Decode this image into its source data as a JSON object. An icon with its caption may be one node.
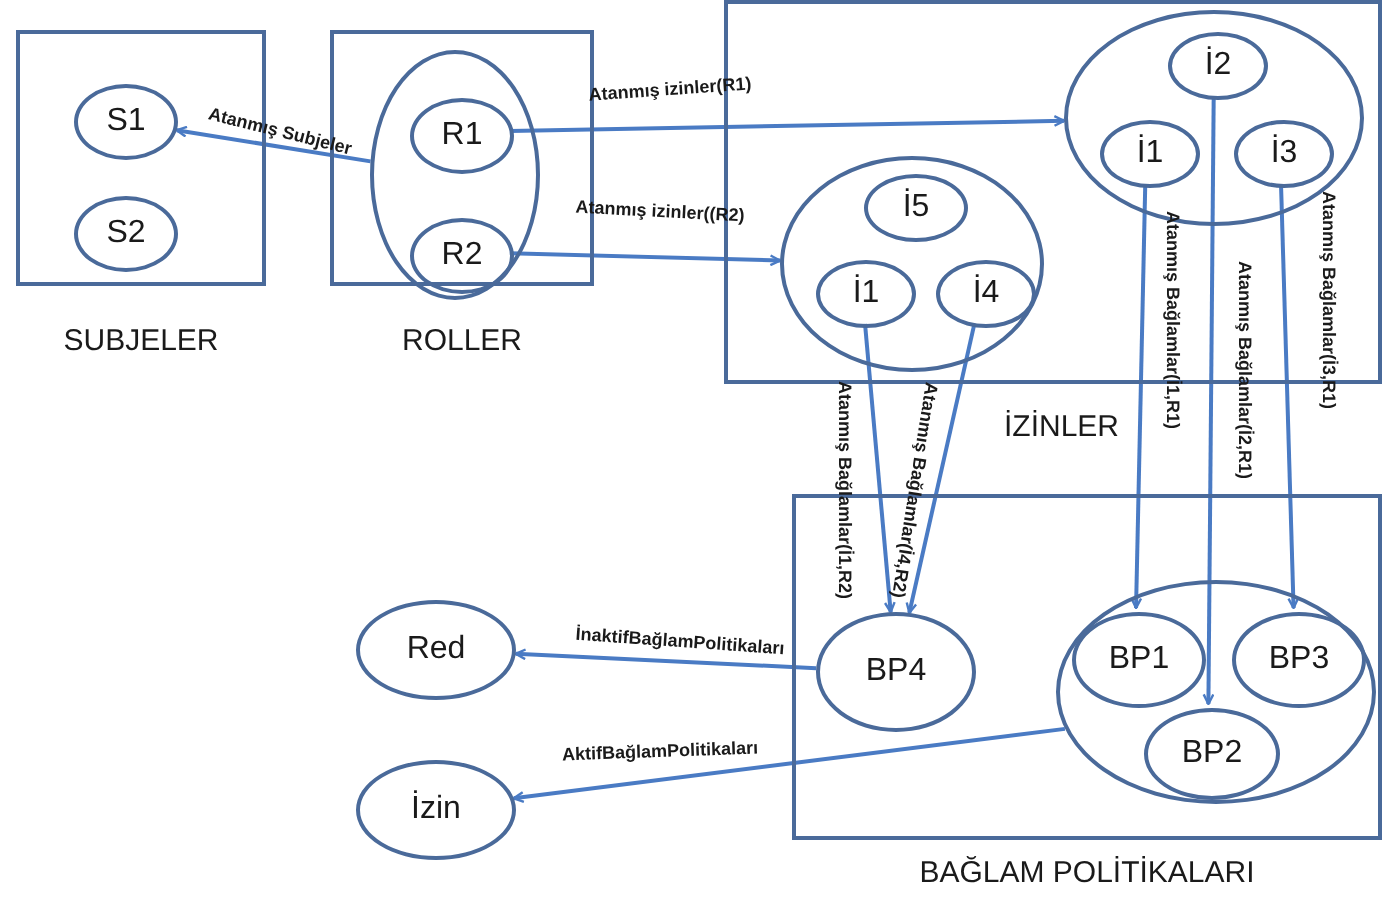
{
  "diagram": {
    "nodes": [
      {
        "text": [
          "SUBJELER"
        ]
      },
      {
        "text": [
          "S1"
        ],
        "in": 0
      },
      {
        "text": [
          "S2"
        ],
        "in": 0
      },
      {
        "text": [
          "ROLLER"
        ]
      },
      {
        "text": [],
        "shape": "circle",
        "in": 3
      },
      {
        "text": [
          "R1"
        ],
        "in": 4
      },
      {
        "text": [
          "R2"
        ],
        "in": 4
      },
      {
        "text": [
          "İZİNLER"
        ]
      },
      {
        "text": [],
        "shape": "circle",
        "in": 7
      },
      {
        "text": [
          "İ2"
        ],
        "in": 8
      },
      {
        "text": [
          "İ1"
        ],
        "in": 8
      },
      {
        "text": [
          "İ3"
        ],
        "in": 8
      },
      {
        "text": [],
        "shape": "circle",
        "in": 7
      },
      {
        "text": [
          "İ5"
        ],
        "in": 12
      },
      {
        "text": [
          "İ1"
        ],
        "in": 12
      },
      {
        "text": [
          "İ4"
        ],
        "in": 12
      },
      {
        "text": [
          "BAĞLAM POLİTİKALARI"
        ]
      },
      {
        "text": [
          "BP4"
        ],
        "in": 16
      },
      {
        "text": [],
        "shape": "circle",
        "in": 16
      },
      {
        "text": [
          "BP1"
        ],
        "in": 18
      },
      {
        "text": [
          "BP3"
        ],
        "in": 18
      },
      {
        "text": [
          "BP2"
        ],
        "in": 18
      },
      {
        "text": [
          "Red"
        ]
      },
      {
        "text": [
          "İzin"
        ]
      }
    ],
    "edges": [
      {
        "from": 4,
        "to": 1,
        "arrow": "to",
        "label": "Atanmış Subjeler"
      },
      {
        "from": 5,
        "to": 8,
        "arrow": "to",
        "label": "Atanmış izinler(R1)"
      },
      {
        "from": 6,
        "to": 12,
        "arrow": "to",
        "label": "Atanmış izinler((R2)"
      },
      {
        "from": 14,
        "to": 17,
        "arrow": "to",
        "label": "Atanmış Bağlamlar(İ1,R2)"
      },
      {
        "from": 15,
        "to": 17,
        "arrow": "to",
        "label": "Atanmış Bağlamlar(İ4,R2)"
      },
      {
        "from": 10,
        "to": 19,
        "arrow": "to",
        "label": "Atanmış Bağlamlar(İ1,R1)"
      },
      {
        "from": 9,
        "to": 21,
        "arrow": "to",
        "label": "Atanmış Bağlamlar(İ2,R1)"
      },
      {
        "from": 11,
        "to": 20,
        "arrow": "to",
        "label": "Atanmış Bağlamlar(İ3,R1)"
      },
      {
        "from": 17,
        "to": 22,
        "arrow": "to",
        "label": "İnaktifBağlamPolitikaları"
      },
      {
        "from": 18,
        "to": 23,
        "arrow": "to",
        "label": "AktifBağlamPolitikaları"
      }
    ]
  }
}
